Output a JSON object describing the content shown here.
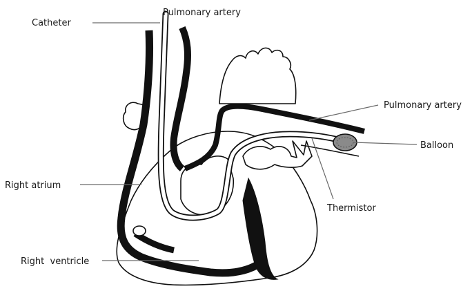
{
  "labels": {
    "catheter": "Catheter",
    "pulmonary_artery_top": "Pulmonary artery",
    "pulmonary_artery_right": "Pulmonary artery",
    "balloon": "Balloon",
    "thermistor": "Thermistor",
    "right_atrium": "Right atrium",
    "right_ventricle": "Right  ventricle"
  },
  "colors": {
    "ink": "#111111",
    "leader_line": "#6a6a6a",
    "balloon_fill": "#8a8a8a",
    "background": "#ffffff"
  }
}
